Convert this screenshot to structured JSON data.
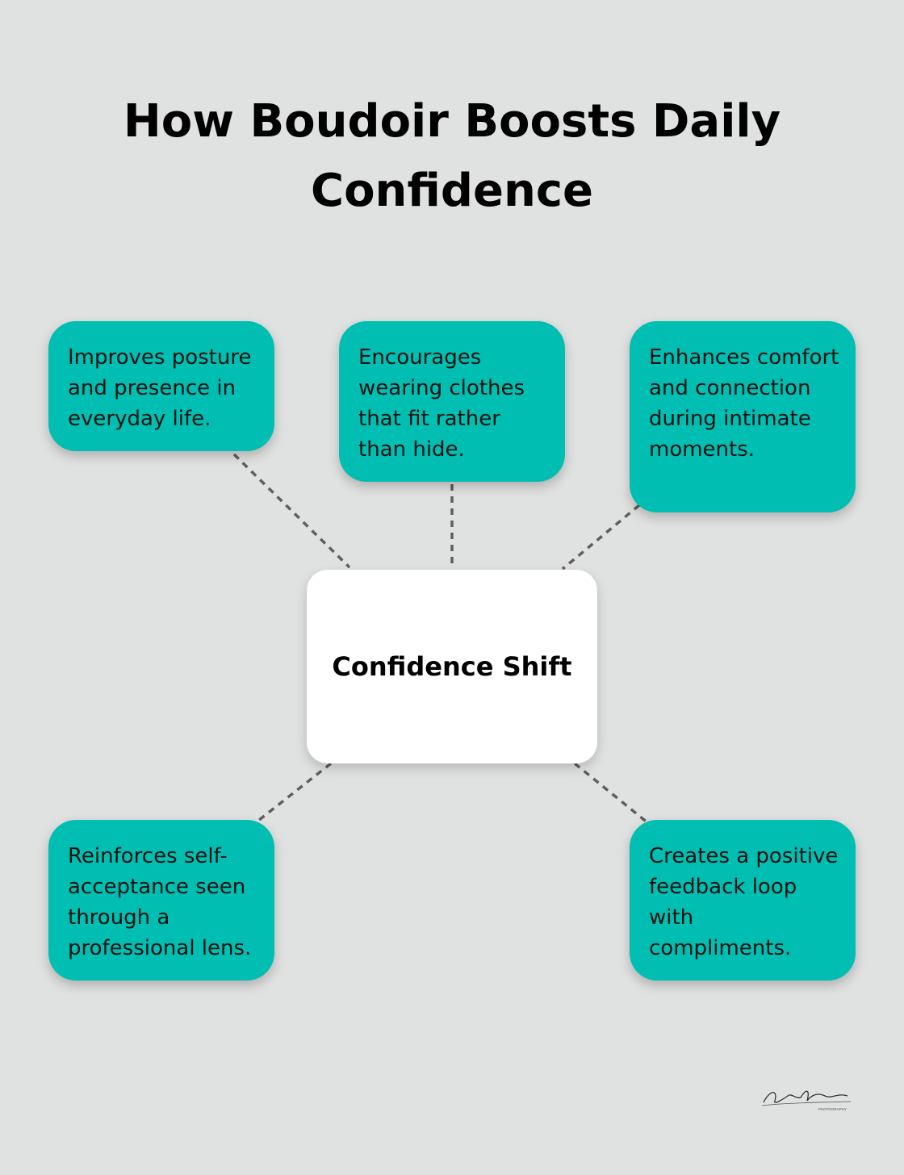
{
  "title": {
    "line1": "How Boudoir Boosts Daily",
    "line2": "Confidence"
  },
  "center": {
    "label": "Confidence Shift"
  },
  "nodes": [
    {
      "text": "Improves posture and presence in everyday life."
    },
    {
      "text": "Encourages wearing clothes that fit rather than hide."
    },
    {
      "text": "Enhances comfort and connection during intimate moments."
    },
    {
      "text": "Reinforces self-acceptance seen through a professional lens."
    },
    {
      "text": "Creates a positive feedback loop with compliments."
    }
  ],
  "logo": {
    "signature": "Kelly Taraski",
    "sub": "PHOTOGRAPHY"
  },
  "colors": {
    "background": "#e0e1e1",
    "node": "#00bfb2",
    "center": "#ffffff",
    "connector": "#5f5f5f"
  }
}
